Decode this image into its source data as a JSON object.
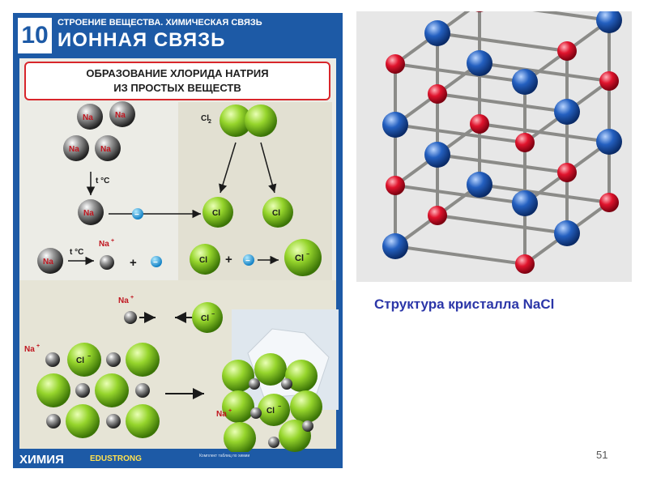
{
  "poster": {
    "number": "10",
    "series_title": "СТРОЕНИЕ ВЕЩЕСТВА. ХИМИЧЕСКАЯ СВЯЗЬ",
    "main_title": "ИОННАЯ СВЯЗЬ",
    "banner_line1": "ОБРАЗОВАНИЕ ХЛОРИДА НАТРИЯ",
    "banner_line2": "ИЗ ПРОСТЫХ ВЕЩЕСТВ",
    "labels": {
      "na": "Na",
      "cl": "Cl",
      "cl2": "Cl",
      "cl2_sub": "2",
      "heat": "t °C",
      "na_ion": "Na",
      "ion_plus": "+",
      "cl_ion": "Cl",
      "ion_minus": "−",
      "plus": "+",
      "electron": "−"
    },
    "footer_brand": "ХИМИЯ",
    "footer_brand2": "EDUSTRONG",
    "footer_small": "Комплект таблиц по химии"
  },
  "figure": {
    "caption": "Структура кристалла NaCl",
    "colors": {
      "red": "#d8162c",
      "blue": "#1f58b5",
      "rod": "#8b8b88"
    }
  },
  "page": {
    "number": "51"
  }
}
